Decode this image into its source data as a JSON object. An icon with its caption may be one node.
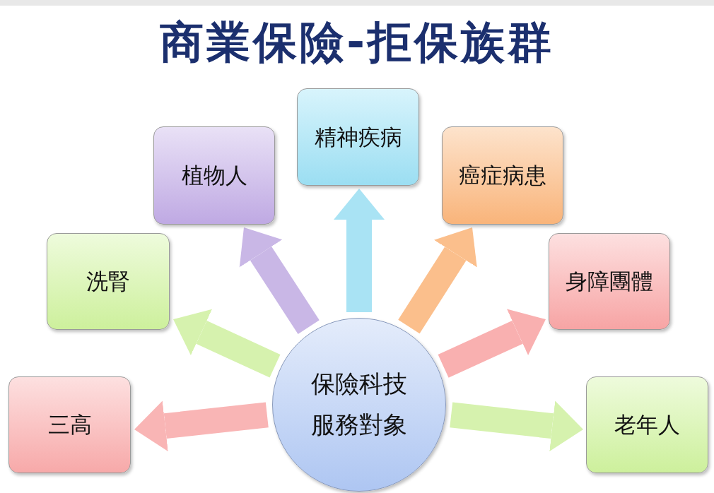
{
  "diagram": {
    "title": "商業保險-拒保族群",
    "nodes": [
      {
        "text": [
          "保險科技服務對象"
        ]
      },
      {
        "text": [
          "三高"
        ]
      },
      {
        "text": [
          "洗腎"
        ]
      },
      {
        "text": [
          "植物人"
        ]
      },
      {
        "text": [
          "精神疾病"
        ]
      },
      {
        "text": [
          "癌症病患"
        ]
      },
      {
        "text": [
          "身障團體"
        ]
      },
      {
        "text": [
          "老年人"
        ]
      }
    ],
    "edges": [
      {
        "from": 0,
        "to": 1,
        "arrow": "to",
        "color": "#f9b5b5"
      },
      {
        "from": 0,
        "to": 2,
        "arrow": "to",
        "color": "#d6f2ae"
      },
      {
        "from": 0,
        "to": 3,
        "arrow": "to",
        "color": "#c9b7e6"
      },
      {
        "from": 0,
        "to": 4,
        "arrow": "to",
        "color": "#a9e3f4"
      },
      {
        "from": 0,
        "to": 5,
        "arrow": "to",
        "color": "#fbbf8c"
      },
      {
        "from": 0,
        "to": 6,
        "arrow": "to",
        "color": "#f9b0b0"
      },
      {
        "from": 0,
        "to": 7,
        "arrow": "to",
        "color": "#d6f2ae"
      }
    ]
  }
}
